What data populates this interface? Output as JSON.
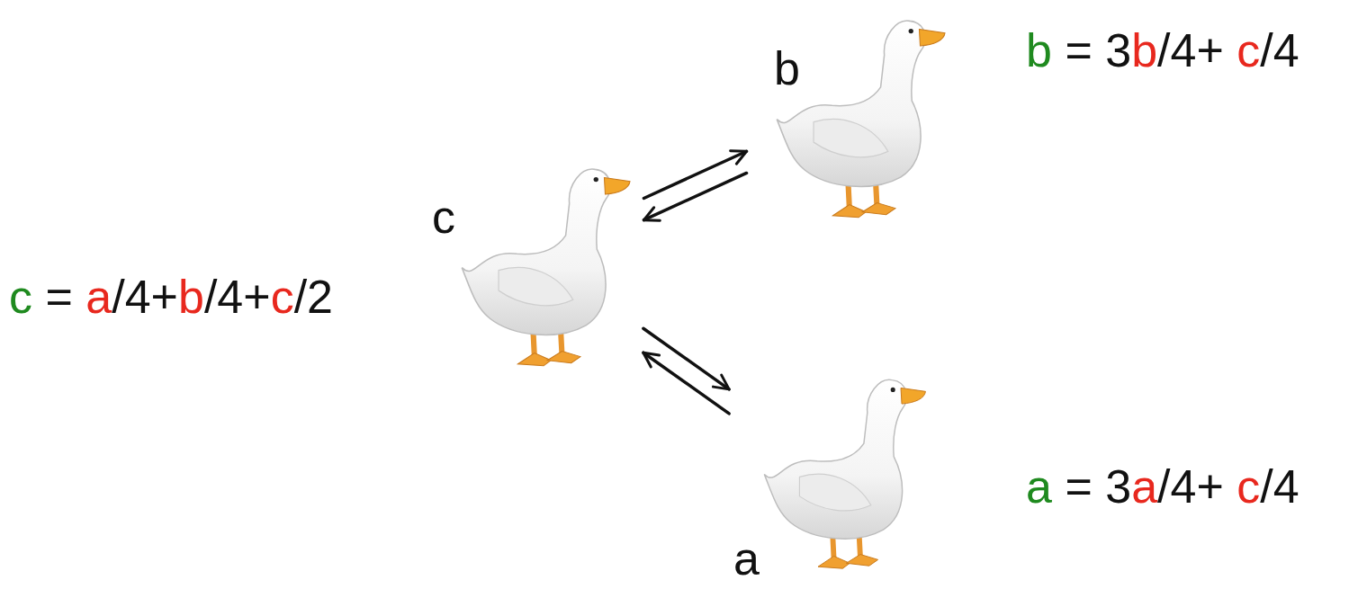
{
  "diagram": {
    "nodes": [
      {
        "text": [
          "b"
        ]
      },
      {
        "text": [
          "c"
        ]
      },
      {
        "text": [
          "a"
        ]
      }
    ],
    "edges": [
      {
        "from": 1,
        "to": 0,
        "arrow": "to"
      },
      {
        "from": 0,
        "to": 1,
        "arrow": "to"
      },
      {
        "from": 1,
        "to": 2,
        "arrow": "to"
      },
      {
        "from": 2,
        "to": 1,
        "arrow": "to"
      }
    ],
    "labels": [
      "b = 3b/4+ c/4",
      "c = a/4+b/4+c/2",
      "a = 3a/4+ c/4"
    ]
  }
}
